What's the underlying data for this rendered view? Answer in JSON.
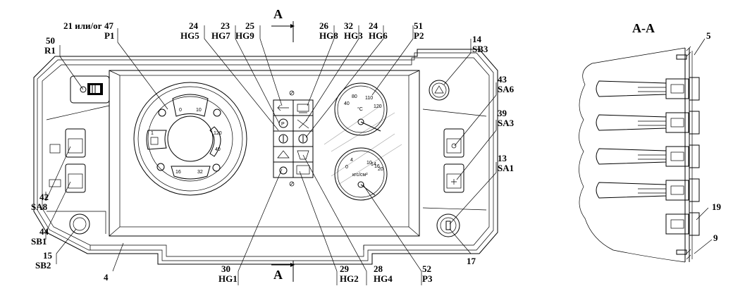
{
  "section": {
    "marker": "A",
    "title": "A-A"
  },
  "labels": {
    "l21": "21 или/or",
    "l47": "47",
    "lP1": "P1",
    "l50": "50",
    "lR1": "R1",
    "l24a": "24",
    "lHG5": "HG5",
    "l23": "23",
    "lHG7": "HG7",
    "l25": "25",
    "lHG9": "HG9",
    "l26": "26",
    "lHG8": "HG8",
    "l32": "32",
    "lHG3": "HG3",
    "l24b": "24",
    "lHG6": "HG6",
    "l51": "51",
    "lP2": "P2",
    "l14": "14",
    "lSB3": "SB3",
    "l43": "43",
    "lSA6": "SA6",
    "l39": "39",
    "lSA3": "SA3",
    "l13": "13",
    "lSA1": "SA1",
    "l42": "42",
    "lSA8": "SA8",
    "l44": "44",
    "lSB1": "SB1",
    "l15": "15",
    "lSB2": "SB2",
    "l4": "4",
    "l30": "30",
    "lHG1": "HG1",
    "l29": "29",
    "lHG2": "HG2",
    "l28": "28",
    "lHG4": "HG4",
    "l52": "52",
    "lP3": "P3",
    "l17": "17",
    "r5": "5",
    "r19": "19",
    "r9": "9"
  },
  "gauges": {
    "left_top_a": "0",
    "left_top_b": "10",
    "left_left": "1",
    "left_right_a": "120",
    "left_right_b": "40",
    "left_bottom_a": "16",
    "left_bottom_b": "32",
    "temp_a": "40",
    "temp_b": "80",
    "temp_c": "110",
    "temp_d": "120",
    "temp_unit": "°C",
    "press_a": "0",
    "press_b": "4",
    "press_c": "10",
    "press_d": "14",
    "press_e": "16",
    "press_f": "20",
    "press_unit": "кгс/см²"
  }
}
